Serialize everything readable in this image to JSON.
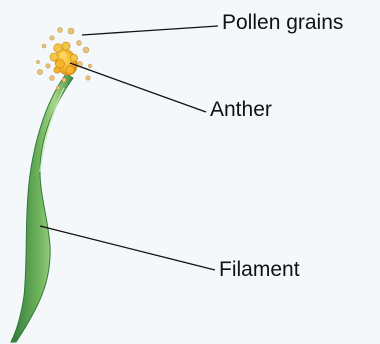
{
  "labels": {
    "pollen_grains": "Pollen grains",
    "anther": "Anther",
    "filament": "Filament"
  },
  "colors": {
    "background": "#f4f8fb",
    "filament_dark": "#2f7a3a",
    "filament_mid": "#4f9c48",
    "filament_light": "#a6d68a",
    "anther": "#f2b632",
    "anther_dark": "#d48a12",
    "pollen": "#e8c47c",
    "leader_line": "#111111"
  }
}
